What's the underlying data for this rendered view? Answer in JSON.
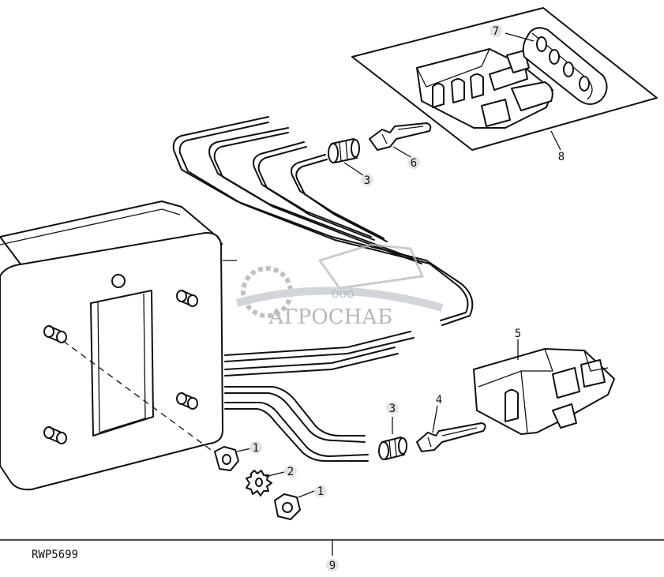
{
  "diagram": {
    "reference_code": "RWP5699",
    "callouts": [
      "1",
      "2",
      "3",
      "4",
      "5",
      "6",
      "7",
      "8",
      "9"
    ],
    "watermark": {
      "prefix": "ООО",
      "brand": "АГРОСНАБ"
    }
  }
}
